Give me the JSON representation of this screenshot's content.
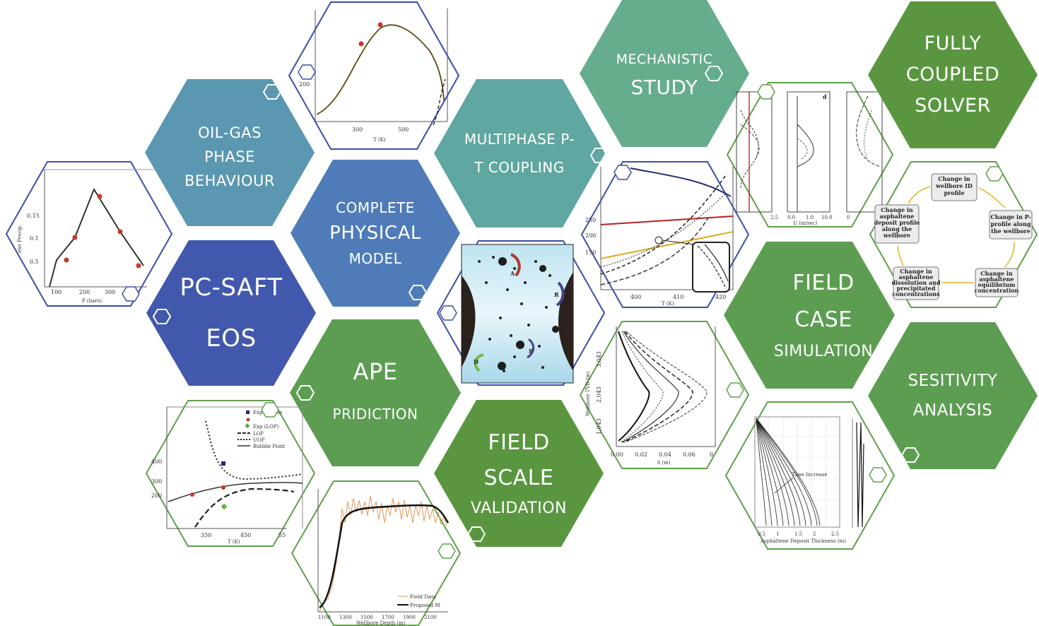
{
  "colors": {
    "teal_blue": "#5b97b0",
    "mid_blue": "#4f7cb8",
    "deep_blue": "#4258ad",
    "teal": "#5fa7a0",
    "sea_green": "#65ad8c",
    "green": "#5c9d52",
    "dark_green": "#5a9640",
    "blue_outline": "#3a4fa8",
    "green_outline": "#5f9f4a"
  },
  "hexagons": [
    {
      "id": "oil-gas",
      "lines": [
        "OIL-GAS",
        "PHASE",
        "BEHAVIOUR"
      ]
    },
    {
      "id": "complete-physical",
      "lines": [
        "COMPLETE",
        "PHYSICAL",
        "MODEL"
      ]
    },
    {
      "id": "pc-saft",
      "lines": [
        "PC-SAFT",
        "EOS"
      ]
    },
    {
      "id": "multiphase",
      "lines": [
        "MULTIPHASE P-",
        "T COUPLING"
      ]
    },
    {
      "id": "mechanistic",
      "lines": [
        "MECHANISTIC",
        "STUDY"
      ]
    },
    {
      "id": "fully-coupled",
      "lines": [
        "FULLY",
        "COUPLED",
        "SOLVER"
      ]
    },
    {
      "id": "ape",
      "lines": [
        "APE",
        "PRIDICTION"
      ]
    },
    {
      "id": "field-scale",
      "lines": [
        "FIELD",
        "SCALE",
        "VALIDATION"
      ]
    },
    {
      "id": "field-case",
      "lines": [
        "FIELD",
        "CASE",
        "SIMULATION"
      ]
    },
    {
      "id": "sensitivity",
      "lines": [
        "SESITIVITY",
        "ANALYSIS"
      ]
    }
  ],
  "plots": {
    "pressure_plot": {
      "xlabel": "P (bars)",
      "ylabel": "ene Precip.",
      "xticks": [
        "100",
        "200",
        "300"
      ],
      "yticks": [
        "0.15",
        "0.1",
        "0.5"
      ]
    },
    "temperature_plot": {
      "xlabel": "T (K)",
      "xticks": [
        "300",
        "500"
      ],
      "yticks": [
        "200"
      ]
    },
    "phase_envelope": {
      "xlabel": "T (K)",
      "xticks": [
        "350",
        "450",
        "55"
      ],
      "yticks": [
        "300",
        "200",
        "400"
      ],
      "legend": [
        "Exp (Bubbe",
        "Exp (LOP)",
        "LOP",
        "UOP",
        "Bubble Point"
      ]
    },
    "field_data": {
      "xlabel": "Wellbore Depth (m)",
      "xticks": [
        "1100",
        "1300",
        "1500",
        "1700",
        "1900",
        "2100"
      ],
      "legend": [
        "Field Data",
        "Proposed M"
      ]
    },
    "coupling_plot": {
      "xlabel": "T (K)",
      "xticks": [
        "400",
        "410",
        "420"
      ],
      "yticks": [
        "250",
        "200",
        "150"
      ]
    },
    "deposit_profile": {
      "xlabel": "δ (m)",
      "ylabel": "Wellbore TVD (m)",
      "xticks": [
        "0.00",
        "0.02",
        "0.04",
        "0.06",
        "0"
      ],
      "yticks": [
        "3,043",
        "2,043",
        "1,043"
      ]
    },
    "mechanistic_panels": {
      "panel_label": "d",
      "xticks": [
        "2.5",
        "0.0",
        "1.0",
        "10.0",
        "0"
      ],
      "xlabel": "U (m/sec)"
    },
    "thickness_plot": {
      "xlabel": "Asphaltene Deposit Thickness (m)",
      "annotation": "Time Increase",
      "xticks": [
        "0.5",
        "1",
        "1.5",
        "2",
        "2.5"
      ]
    },
    "cycle_diagram": {
      "boxes": [
        {
          "id": "id-profile",
          "lines": [
            "Change in",
            "wellbore ID",
            "profile"
          ]
        },
        {
          "id": "p-profile",
          "lines": [
            "Change in P-",
            "profile along",
            "the wellbore"
          ]
        },
        {
          "id": "equilibrium",
          "lines": [
            "Change in",
            "asphaltene",
            "equilibrium",
            "concentration"
          ]
        },
        {
          "id": "dissolution",
          "lines": [
            "Change in",
            "asphaltene",
            "dissolution and",
            "precipitated",
            "concentrations"
          ]
        },
        {
          "id": "deposit",
          "lines": [
            "Change in",
            "asphaltene",
            "deposit profile",
            "along the",
            "wellbore"
          ]
        }
      ]
    },
    "mechanism_image": {
      "labels": [
        "A",
        "R",
        "D",
        "P"
      ]
    }
  }
}
